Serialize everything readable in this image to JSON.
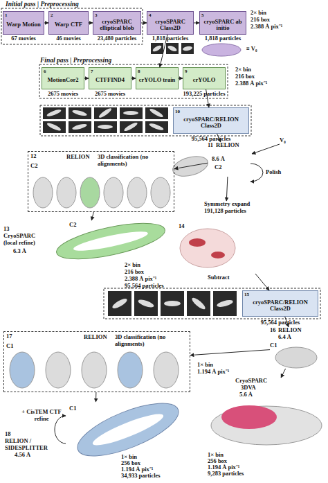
{
  "diagram": {
    "nodes": [
      {
        "text": [
          "1",
          "Warp Motion"
        ]
      },
      {
        "text": [
          "2",
          "Warp CTF"
        ]
      },
      {
        "text": [
          "3",
          "cryoSPARC elliptical blob"
        ]
      },
      {
        "text": [
          "4",
          "cryoSPARC Class2D"
        ]
      },
      {
        "text": [
          "5",
          "cryoSPARC ab initio"
        ]
      },
      {
        "text": [
          "6",
          "MotionCor2"
        ]
      },
      {
        "text": [
          "7",
          "CTFFIND4"
        ]
      },
      {
        "text": [
          "8",
          "crYOLO train"
        ]
      },
      {
        "text": [
          "9",
          "crYOLO"
        ]
      },
      {
        "text": [
          "10",
          "cryoSPARC/RELION Class2D"
        ]
      },
      {
        "text": [
          "11",
          "RELION",
          "8.6 Å",
          "C2"
        ]
      },
      {
        "text": [
          "12",
          "RELION",
          "3D classification (no alignments)",
          "C2"
        ]
      },
      {
        "text": [
          "13",
          "CryoSPARC (local refine)",
          "6.3 Å"
        ]
      },
      {
        "text": [
          "Symmetry expand",
          "191,128 particles",
          "14"
        ]
      },
      {
        "text": [
          "15",
          "cryoSPARC/RELION Class2D"
        ]
      },
      {
        "text": [
          "16",
          "RELION",
          "6.4 Å",
          "C1"
        ]
      },
      {
        "text": [
          "17",
          "C1",
          "RELION",
          "3D classification (no alignments)"
        ]
      },
      {
        "text": [
          "18",
          "RELION / SIDESPLITTER",
          "4.56 Å"
        ]
      },
      {
        "text": [
          "CryoSPARC",
          "3DVA",
          "5.6 Å"
        ]
      }
    ],
    "edges": [
      {
        "from": 0,
        "to": 1,
        "arrow": "to"
      },
      {
        "from": 1,
        "to": 2,
        "arrow": "to"
      },
      {
        "from": 2,
        "to": 3,
        "arrow": "to"
      },
      {
        "from": 3,
        "to": 4,
        "arrow": "to"
      },
      {
        "from": 3,
        "to": 7,
        "arrow": "to"
      },
      {
        "from": 5,
        "to": 6,
        "arrow": "to"
      },
      {
        "from": 6,
        "to": 7,
        "arrow": "to"
      },
      {
        "from": 7,
        "to": 8,
        "arrow": "to"
      },
      {
        "from": 8,
        "to": 9,
        "arrow": "to"
      },
      {
        "from": 9,
        "to": 10,
        "arrow": "to"
      },
      {
        "from": 10,
        "to": 11,
        "arrow": "to"
      },
      {
        "from": 11,
        "to": 12,
        "arrow": "to"
      },
      {
        "from": 10,
        "to": 13,
        "arrow": "to"
      },
      {
        "from": 13,
        "to": 14,
        "arrow": "to"
      },
      {
        "from": 14,
        "to": 15,
        "arrow": "to"
      },
      {
        "from": 15,
        "to": 16,
        "arrow": "to"
      },
      {
        "from": 16,
        "to": 17,
        "arrow": "to"
      },
      {
        "from": 15,
        "to": 18,
        "arrow": "to"
      }
    ],
    "labels": [
      "Initial pass | Preprocessing",
      "67 movies",
      "46 movies",
      "23,480 particles",
      "1,818 particles",
      "1,818 particles",
      "2× bin",
      "216 box",
      "2.388 Å pix⁻¹",
      "≡ V₀",
      "Final pass | Preprocessing",
      "2675 movies",
      "2675 movies",
      "193,225 particles",
      "2× bin",
      "216 box",
      "2.388 Å pix⁻¹",
      "95,564 particles",
      "V₀",
      "Polish",
      "C2",
      "2× bin",
      "216 box",
      "2.388 Å pix⁻¹",
      "95,564 particles",
      "Subtract",
      "95,564 particles",
      "1× bin",
      "1.194 Å pix⁻¹",
      "+ CisTEM CTF refine",
      "C1",
      "1× bin",
      "256 box",
      "1.194 Å pix⁻¹",
      "34,933 particles",
      "1× bin",
      "256 box",
      "1.194 Å pix⁻¹",
      "9,283 particles"
    ]
  }
}
